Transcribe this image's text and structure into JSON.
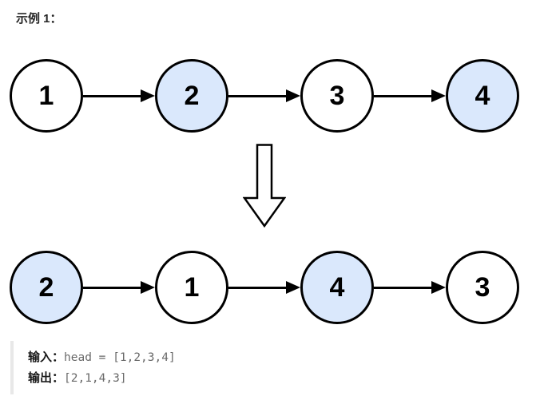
{
  "title": "示例 1：",
  "diagram": {
    "rows": [
      {
        "name": "input-linked-list",
        "nodes": [
          {
            "value": "1",
            "highlighted": false
          },
          {
            "value": "2",
            "highlighted": true
          },
          {
            "value": "3",
            "highlighted": false
          },
          {
            "value": "4",
            "highlighted": true
          }
        ]
      },
      {
        "name": "output-linked-list",
        "nodes": [
          {
            "value": "2",
            "highlighted": true
          },
          {
            "value": "1",
            "highlighted": false
          },
          {
            "value": "4",
            "highlighted": true
          },
          {
            "value": "3",
            "highlighted": false
          }
        ]
      }
    ],
    "colors": {
      "highlight_fill": "#dae8fc",
      "default_fill": "#ffffff",
      "stroke": "#000000",
      "arrow_outline_fill": "#ffffff"
    },
    "transform_arrow": "down-arrow"
  },
  "io": {
    "input_label": "输入：",
    "input_value": "head = [1,2,3,4]",
    "output_label": "输出：",
    "output_value": "[2,1,4,3]"
  }
}
